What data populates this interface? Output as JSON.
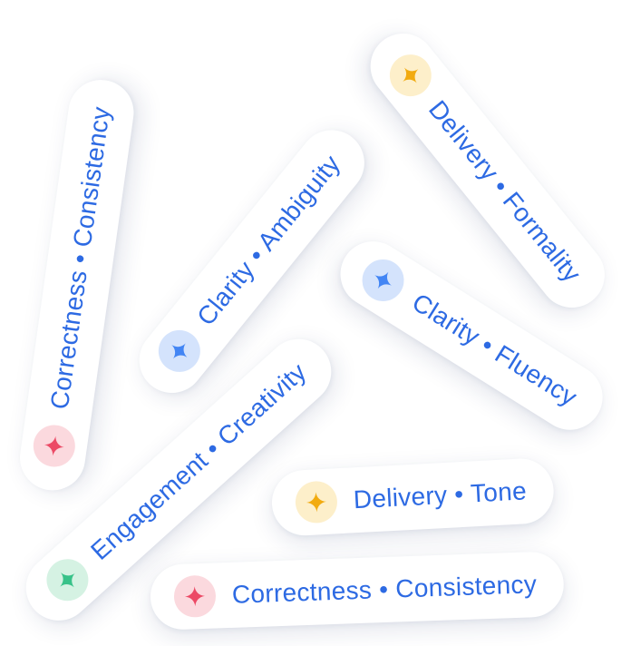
{
  "page": {
    "background": "#ffffff"
  },
  "text_color": "#2d6ae3",
  "separator": "•",
  "tints": {
    "red": {
      "bg": "#fbd9de",
      "fg": "#ec4a66"
    },
    "blue": {
      "bg": "#d4e3fc",
      "fg": "#4285f4"
    },
    "yellow": {
      "bg": "#fdefca",
      "fg": "#f2ab10"
    },
    "green": {
      "bg": "#d5f2e3",
      "fg": "#38c289"
    }
  },
  "pills": [
    {
      "label": "Correctness • Consistency",
      "tint": "red",
      "icon": "sparkle-icon"
    },
    {
      "label": "Clarity • Ambiguity",
      "tint": "blue",
      "icon": "sparkle-icon"
    },
    {
      "label": "Delivery • Formality",
      "tint": "yellow",
      "icon": "sparkle-icon"
    },
    {
      "label": "Clarity • Fluency",
      "tint": "blue",
      "icon": "sparkle-icon"
    },
    {
      "label": "Engagement • Creativity",
      "tint": "green",
      "icon": "sparkle-icon"
    },
    {
      "label": "Delivery • Tone",
      "tint": "yellow",
      "icon": "sparkle-icon"
    },
    {
      "label": "Correctness • Consistency",
      "tint": "red",
      "icon": "sparkle-icon"
    }
  ]
}
